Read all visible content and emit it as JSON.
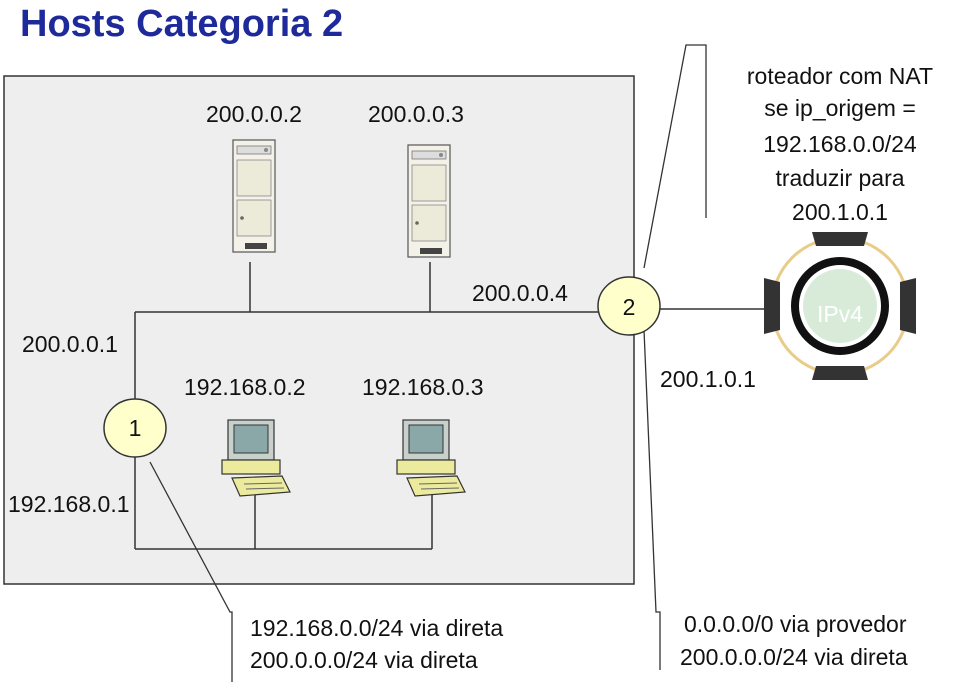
{
  "title": "Hosts Categoria 2",
  "servers": [
    {
      "ip": "200.0.0.2",
      "icon": "server-icon"
    },
    {
      "ip": "200.0.0.3",
      "icon": "server-icon"
    }
  ],
  "workstations": [
    {
      "ip": "192.168.0.2",
      "icon": "computer-icon"
    },
    {
      "ip": "192.168.0.3",
      "icon": "computer-icon"
    }
  ],
  "router1": {
    "label": "1",
    "ip_public": "200.0.0.1",
    "ip_private": "192.168.0.1"
  },
  "router2": {
    "label": "2",
    "ip_left": "200.0.0.4",
    "ip_right": "200.1.0.1"
  },
  "internet": {
    "label": "IPv4",
    "icon": "ipv4-router-icon"
  },
  "nat_note": [
    "roteador com NAT",
    "se ip_origem =",
    "192.168.0.0/24",
    "traduzir para",
    "200.1.0.1"
  ],
  "routes_router1": [
    "192.168.0.0/24 via direta",
    "200.0.0.0/24 via direta"
  ],
  "routes_router2": [
    "0.0.0.0/0 via provedor",
    "200.0.0.0/24 via direta"
  ],
  "colors": {
    "title": "#1f2a9a",
    "router_fill": "#ffffcc",
    "lan_box": "#eeeeee",
    "ipv4_ring": "#e8cc88"
  }
}
